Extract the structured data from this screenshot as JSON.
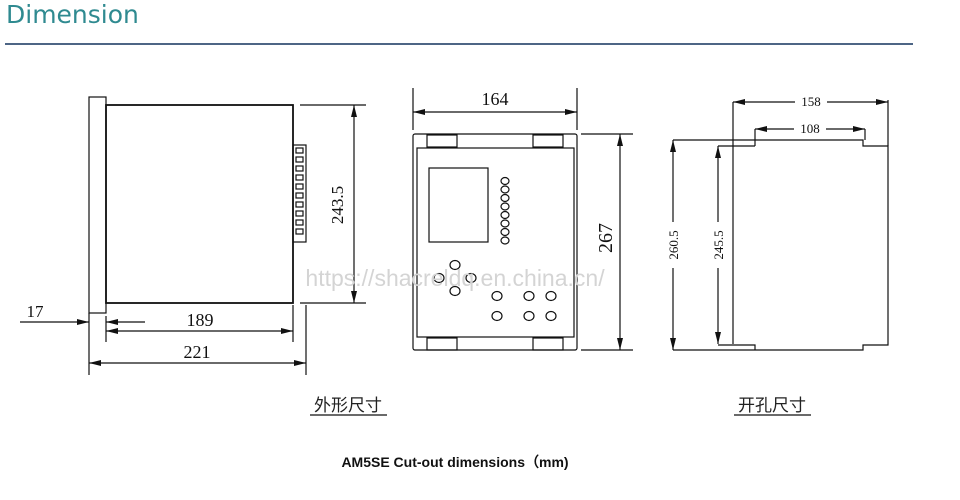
{
  "header": {
    "title": "Dimension"
  },
  "side_view": {
    "height": "243.5",
    "flange": "17",
    "body_depth": "189",
    "total_depth": "221"
  },
  "front_view": {
    "width": "164",
    "height": "267"
  },
  "cutout_view": {
    "outer_width": "158",
    "inner_width": "108",
    "outer_height": "260.5",
    "inner_height": "245.5"
  },
  "labels": {
    "outline": "外形尺寸",
    "cutout": "开孔尺寸"
  },
  "caption": "AM5SE Cut-out dimensions（mm)",
  "watermark": "https://shacreldq.en.china.cn/"
}
